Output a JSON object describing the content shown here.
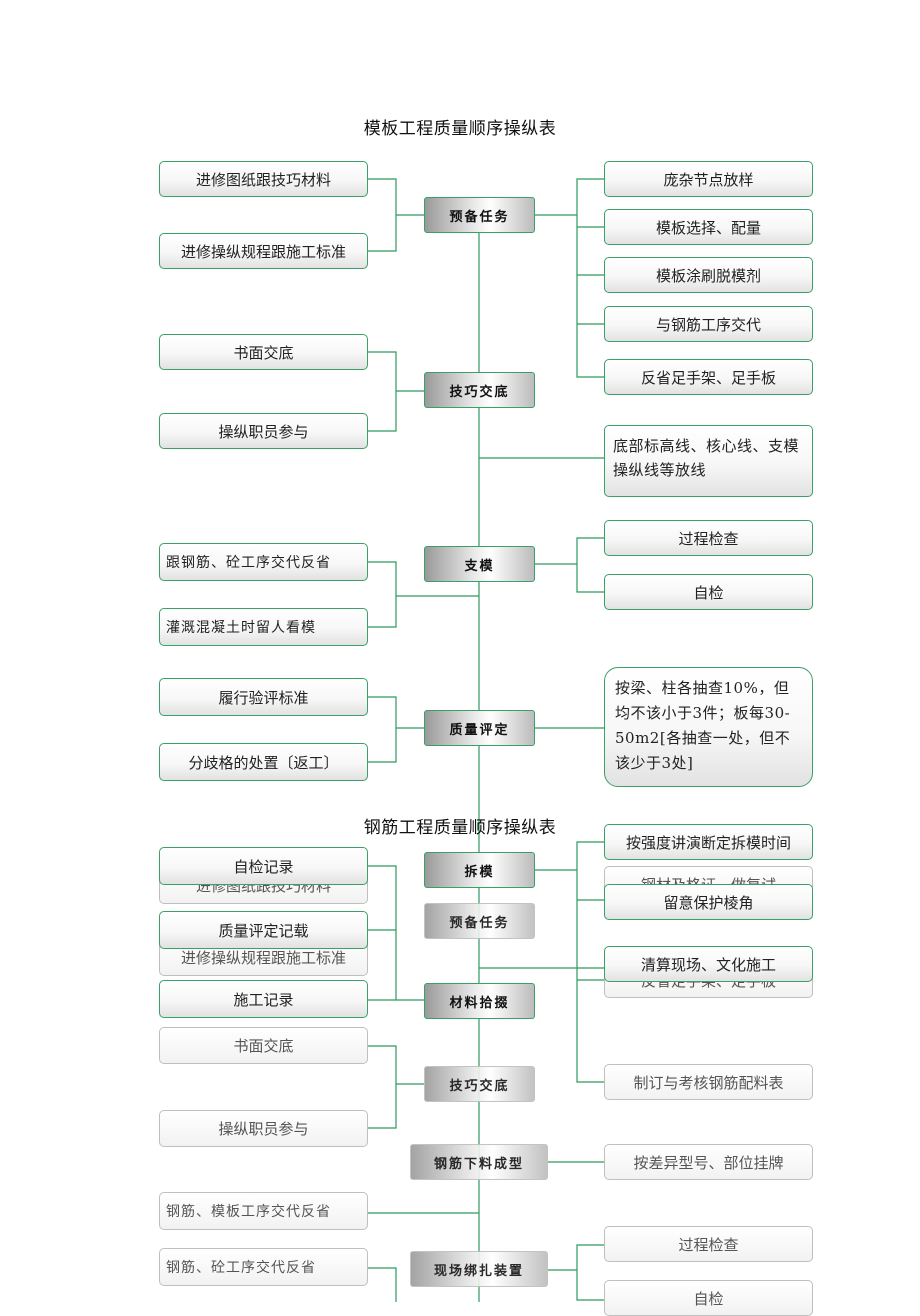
{
  "titles": {
    "formwork": "模板工程质量顺序操纵表",
    "rebar": "钢筋工程质量顺序操纵表"
  },
  "formwork": {
    "prep": {
      "node": "预备任务",
      "left": [
        "进修图纸跟技巧材料",
        "进修操纵规程跟施工标准"
      ],
      "right": [
        "庞杂节点放样",
        "模板选择、配量",
        "模板涂刷脱模剂",
        "与钢筋工序交代",
        "反省足手架、足手板"
      ]
    },
    "tech": {
      "node": "技巧交底",
      "left": [
        "书面交底",
        "操纵职员参与"
      ],
      "right_note": "底部标高线、核心线、支模操纵线等放线"
    },
    "support": {
      "node": "支模",
      "left": [
        "跟钢筋、砼工序交代反省",
        "灌溉混凝土时留人看模"
      ],
      "right": [
        "过程检查",
        "自检"
      ]
    },
    "quality": {
      "node": "质量评定",
      "left": [
        "履行验评标准",
        "分歧格的处置〔返工〕"
      ],
      "right_note": "按梁、柱各抽查10%，但均不该小于3件；板每30-50m2[各抽查一处，但不该少于3处]"
    },
    "demold": {
      "node": "拆模",
      "left": [
        "自检记录",
        "质量评定记载",
        "施工记录"
      ],
      "right": [
        "按强度讲演断定拆模时间",
        "留意保护棱角",
        "清算现场、文化施工"
      ]
    },
    "archive": {
      "node": "材料拾掇"
    }
  },
  "rebar": {
    "prep": {
      "node": "预备任务",
      "left": [
        "进修图纸跟技巧材料",
        "进修操纵规程跟施工标准"
      ],
      "right": [
        "钢材及格证，做复试",
        "反省足手架、足手板",
        "制订与考核钢筋配料表"
      ]
    },
    "tech": {
      "node": "技巧交底",
      "left": [
        "书面交底",
        "操纵职员参与"
      ]
    },
    "cutting": {
      "node": "钢筋下料成型",
      "right": [
        "按差异型号、部位挂牌"
      ]
    },
    "binding": {
      "node": "现场绑扎装置",
      "left": [
        "钢筋、模板工序交代反省",
        "钢筋、砼工序交代反省"
      ],
      "right": [
        "过程检查",
        "自检"
      ]
    }
  },
  "colors": {
    "connector": "#2e9a5e",
    "box_border": "#3aa06a"
  }
}
